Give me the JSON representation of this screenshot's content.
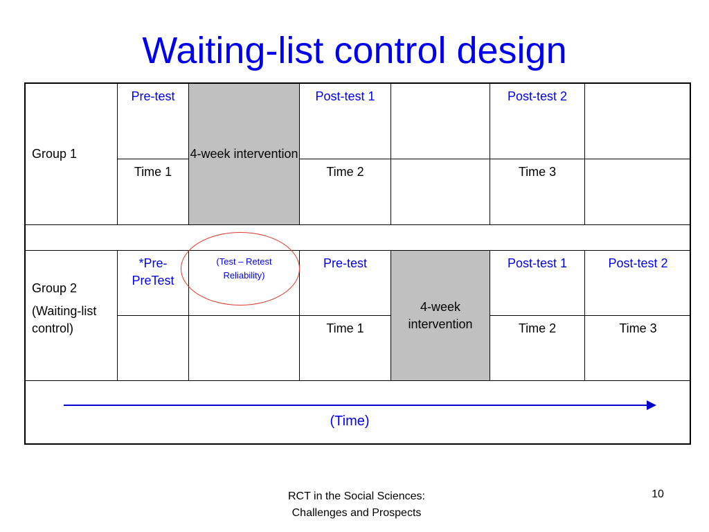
{
  "title": "Waiting-list control design",
  "group1": {
    "label": "Group 1",
    "row_top": [
      "Pre-test",
      "Post-test 1",
      "",
      "Post-test 2",
      ""
    ],
    "intervention": "4-week intervention",
    "row_bottom": [
      "Time 1",
      "Time 2",
      "",
      "Time 3",
      ""
    ]
  },
  "group2": {
    "label_line1": "Group 2",
    "label_line2": "(Waiting-list control)",
    "row_top": [
      "*Pre-PreTest",
      "(Test – Retest Reliability)",
      "Pre-test",
      "Post-test 1",
      "Post-test 2"
    ],
    "intervention": "4-week intervention",
    "row_bottom": [
      "",
      "",
      "Time 1",
      "Time 2",
      "Time 3"
    ]
  },
  "time_axis_label": "(Time)",
  "footer": {
    "line1": "RCT in the Social Sciences:",
    "line2": "Challenges and Prospects",
    "page": "10"
  },
  "colors": {
    "text_blue": "#0000ee",
    "intervention_fill": "#c0c0c0",
    "highlight_ellipse": "#e03a2a",
    "arrow": "#0000cc"
  }
}
